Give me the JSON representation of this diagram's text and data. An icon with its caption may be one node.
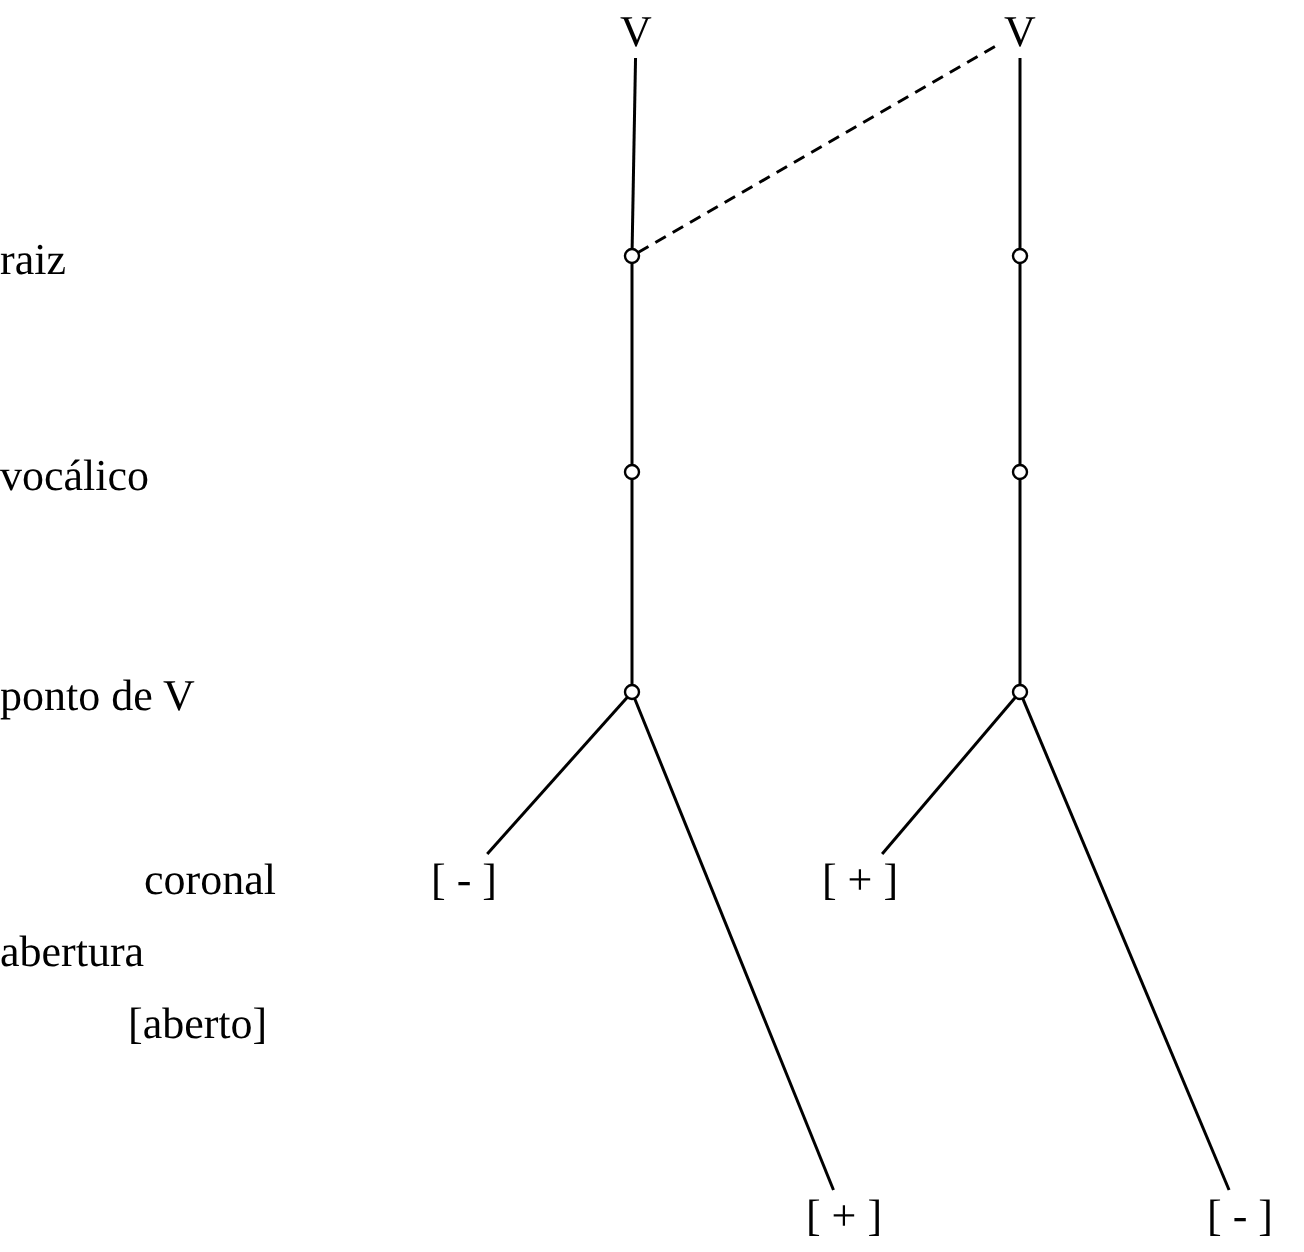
{
  "diagram": {
    "nodes": [
      {
        "text": [
          "V"
        ]
      },
      {
        "text": [
          "V"
        ]
      },
      {
        "text": [],
        "shape": "circle"
      },
      {
        "text": [],
        "shape": "circle"
      },
      {
        "text": [],
        "shape": "circle"
      },
      {
        "text": [],
        "shape": "circle"
      },
      {
        "text": [],
        "shape": "circle"
      },
      {
        "text": [],
        "shape": "circle"
      },
      {
        "text": [
          "[ - ]"
        ]
      },
      {
        "text": [
          "[ + ]"
        ]
      },
      {
        "text": [
          "[ + ]"
        ]
      },
      {
        "text": [
          "[ - ]"
        ]
      }
    ],
    "edges": [
      {
        "from": 0,
        "to": 2,
        "arrow": "none"
      },
      {
        "from": 2,
        "to": 1,
        "arrow": "none",
        "style": "dashed"
      },
      {
        "from": 1,
        "to": 3,
        "arrow": "none"
      },
      {
        "from": 2,
        "to": 4,
        "arrow": "none"
      },
      {
        "from": 3,
        "to": 5,
        "arrow": "none"
      },
      {
        "from": 4,
        "to": 6,
        "arrow": "none"
      },
      {
        "from": 5,
        "to": 7,
        "arrow": "none"
      },
      {
        "from": 6,
        "to": 8,
        "arrow": "none"
      },
      {
        "from": 6,
        "to": 10,
        "arrow": "none"
      },
      {
        "from": 7,
        "to": 9,
        "arrow": "none"
      },
      {
        "from": 7,
        "to": 11,
        "arrow": "none"
      }
    ],
    "labels": [
      "raiz",
      "vocálico",
      "ponto de V",
      "coronal",
      "abertura",
      "[aberto]"
    ]
  }
}
